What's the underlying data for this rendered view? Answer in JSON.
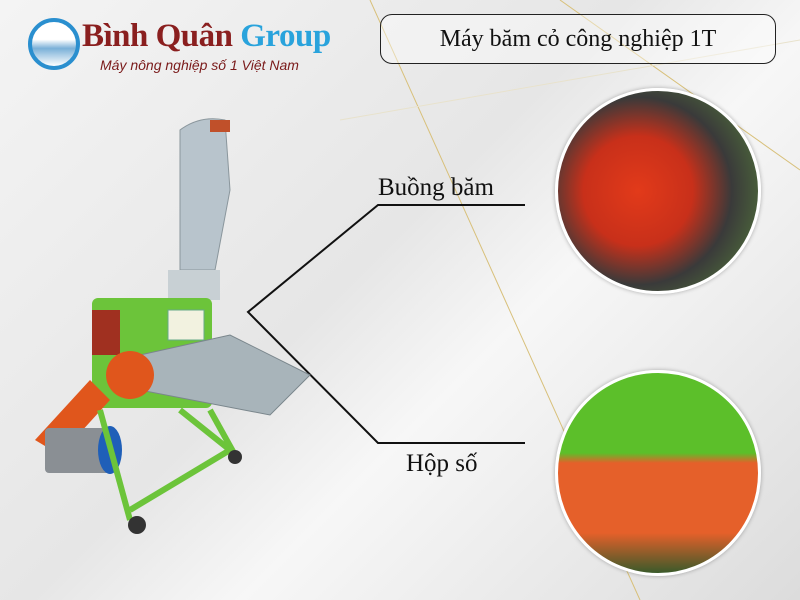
{
  "brand": {
    "name_part1": "Bình Quân",
    "name_part2": "Group",
    "tagline": "Máy nông nghiệp số 1 Việt Nam"
  },
  "title": "Máy băm cỏ công nghiệp 1T",
  "callouts": [
    {
      "label": "Buồng băm"
    },
    {
      "label": "Hộp số"
    }
  ],
  "colors": {
    "brand_red": "#8a1f1f",
    "brand_blue": "#29a3dc",
    "machine_green": "#6cc43a",
    "machine_orange": "#e0561c"
  }
}
